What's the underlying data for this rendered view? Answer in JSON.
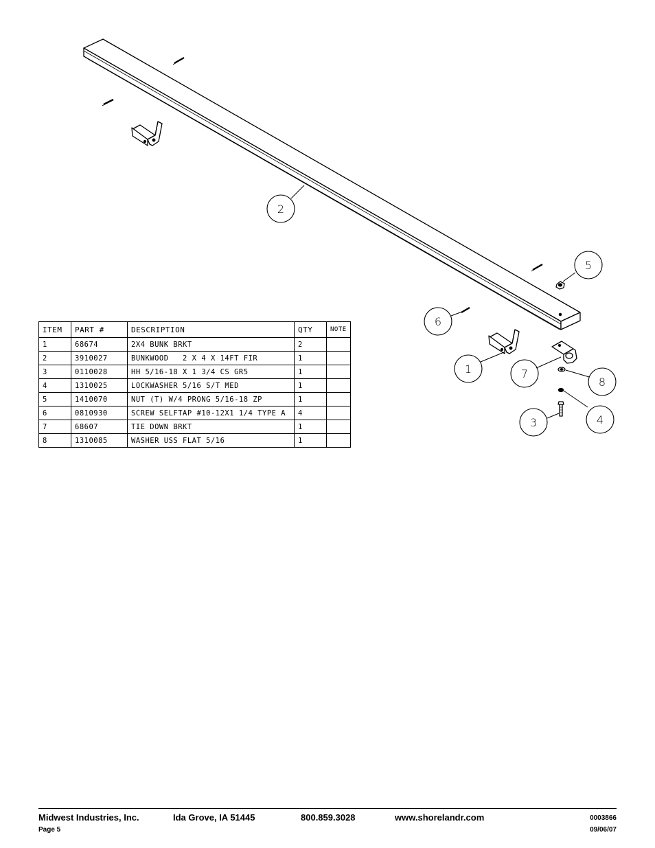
{
  "callouts": {
    "c1": "1",
    "c2": "2",
    "c3": "3",
    "c4": "4",
    "c5": "5",
    "c6": "6",
    "c7": "7",
    "c8": "8"
  },
  "table": {
    "headers": {
      "item": "ITEM",
      "part": "PART #",
      "desc": "DESCRIPTION",
      "qty": "QTY",
      "note": "NOTE"
    },
    "rows": [
      {
        "item": "1",
        "part": "68674",
        "desc": "2X4 BUNK BRKT",
        "qty": "2",
        "note": ""
      },
      {
        "item": "2",
        "part": "3910027",
        "desc": "BUNKWOOD   2 X 4 X 14FT FIR",
        "qty": "1",
        "note": ""
      },
      {
        "item": "3",
        "part": "0110028",
        "desc": "HH 5/16-18 X 1 3/4 CS GR5",
        "qty": "1",
        "note": ""
      },
      {
        "item": "4",
        "part": "1310025",
        "desc": "LOCKWASHER 5/16 S/T MED",
        "qty": "1",
        "note": ""
      },
      {
        "item": "5",
        "part": "1410070",
        "desc": "NUT (T) W/4 PRONG 5/16-18 ZP",
        "qty": "1",
        "note": ""
      },
      {
        "item": "6",
        "part": "0810930",
        "desc": "SCREW SELFTAP #10-12X1 1/4 TYPE A",
        "qty": "4",
        "note": ""
      },
      {
        "item": "7",
        "part": "68607",
        "desc": "TIE DOWN BRKT",
        "qty": "1",
        "note": ""
      },
      {
        "item": "8",
        "part": "1310085",
        "desc": "WASHER USS FLAT 5/16",
        "qty": "1",
        "note": ""
      }
    ]
  },
  "footer": {
    "company": "Midwest Industries, Inc.",
    "address": "Ida Grove, IA  51445",
    "phone": "800.859.3028",
    "website": "www.shorelandr.com",
    "doc_number": "0003866",
    "page": "Page 5",
    "date": "09/06/07"
  }
}
